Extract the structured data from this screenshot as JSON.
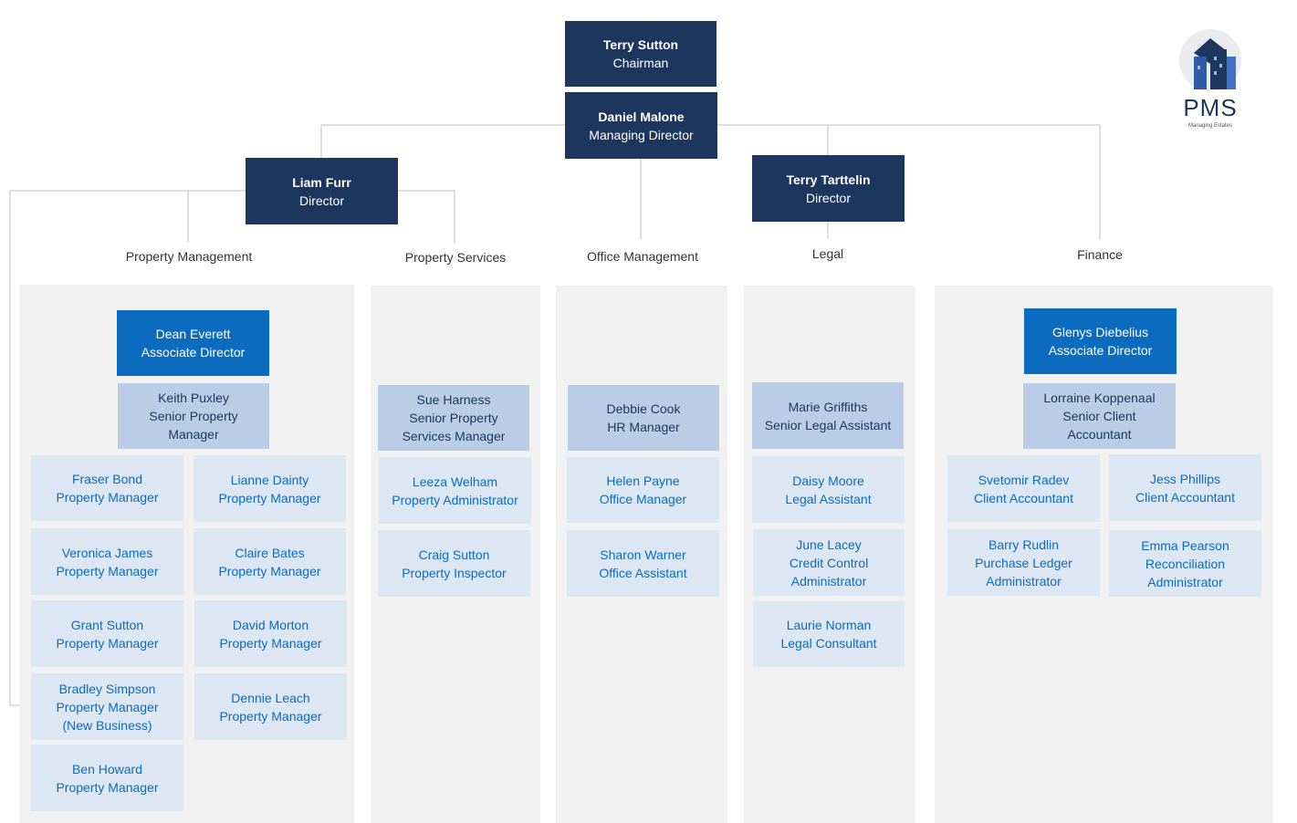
{
  "board": {
    "chairman": {
      "name": "Terry Sutton",
      "role": "Chairman"
    },
    "md": {
      "name": "Daniel Malone",
      "role": "Managing Director"
    },
    "director1": {
      "name": "Liam Furr",
      "role": "Director"
    },
    "director2": {
      "name": "Terry Tarttelin",
      "role": "Director"
    }
  },
  "departments": {
    "property_management": "Property Management",
    "property_services": "Property Services",
    "office_management": "Office Management",
    "legal": "Legal",
    "finance": "Finance"
  },
  "property_management": {
    "associate": {
      "name": "Dean Everett",
      "role": "Associate Director"
    },
    "senior": {
      "name": "Keith Puxley",
      "role1": "Senior Property",
      "role2": "Manager"
    },
    "staff": [
      {
        "name": "Fraser Bond",
        "role": "Property Manager"
      },
      {
        "name": "Lianne Dainty",
        "role": "Property Manager"
      },
      {
        "name": "Veronica James",
        "role": "Property Manager"
      },
      {
        "name": "Claire Bates",
        "role": "Property Manager"
      },
      {
        "name": "Grant Sutton",
        "role": "Property Manager"
      },
      {
        "name": "David Morton",
        "role": "Property Manager"
      },
      {
        "name": "Bradley Simpson",
        "role": "Property Manager",
        "note": "(New Business)"
      },
      {
        "name": "Dennie Leach",
        "role": "Property Manager"
      },
      {
        "name": "Ben Howard",
        "role": "Property Manager"
      }
    ]
  },
  "property_services": {
    "senior": {
      "name": "Sue Harness",
      "role1": "Senior Property",
      "role2": "Services Manager"
    },
    "staff": [
      {
        "name": "Leeza Welham",
        "role": "Property Administrator"
      },
      {
        "name": "Craig Sutton",
        "role": "Property Inspector"
      }
    ]
  },
  "office_management": {
    "senior": {
      "name": "Debbie Cook",
      "role": "HR Manager"
    },
    "staff": [
      {
        "name": "Helen Payne",
        "role": "Office Manager"
      },
      {
        "name": "Sharon Warner",
        "role": "Office Assistant"
      }
    ]
  },
  "legal": {
    "senior": {
      "name": "Marie Griffiths",
      "role": "Senior Legal Assistant"
    },
    "staff": [
      {
        "name": "Daisy Moore",
        "role": "Legal Assistant"
      },
      {
        "name": "June Lacey",
        "role1": "Credit Control",
        "role2": "Administrator"
      },
      {
        "name": "Laurie Norman",
        "role": "Legal Consultant"
      }
    ]
  },
  "finance": {
    "associate": {
      "name": "Glenys Diebelius",
      "role": "Associate Director"
    },
    "senior": {
      "name": "Lorraine Koppenaal",
      "role1": "Senior Client",
      "role2": "Accountant"
    },
    "staff": [
      {
        "name": "Svetomir Radev",
        "role": "Client Accountant"
      },
      {
        "name": "Jess Phillips",
        "role": "Client Accountant"
      },
      {
        "name": "Barry Rudlin",
        "role1": "Purchase Ledger",
        "role2": "Administrator"
      },
      {
        "name": "Emma Pearson",
        "role1": "Reconciliation",
        "role2": "Administrator"
      }
    ]
  },
  "logo": {
    "text": "PMS",
    "subtitle": "Managing Estates",
    "icon": "building-logo-icon"
  },
  "colors": {
    "navy": "#1c365e",
    "associate_blue": "#0a6bbf",
    "senior_blue": "#b9cde6",
    "staff_blue": "#dce7f3",
    "column_grey": "#f1f1f2"
  }
}
